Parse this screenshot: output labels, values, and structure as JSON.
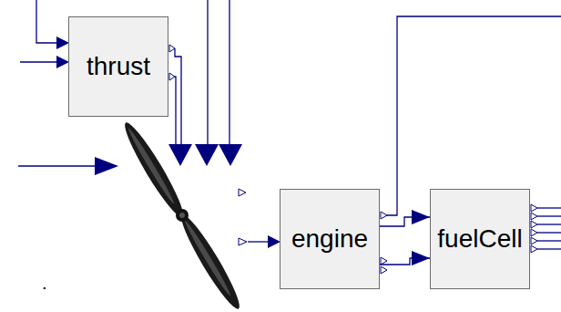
{
  "diagram": {
    "nodes": [
      {
        "text": [
          "thrust"
        ]
      },
      {
        "text": [
          "engine"
        ]
      },
      {
        "text": [
          "fuelCell"
        ]
      }
    ],
    "edges": [
      {
        "from": 1,
        "to": 2,
        "arrow": "to"
      },
      {
        "from": 1,
        "to": 2,
        "arrow": "to"
      }
    ],
    "labels": [
      "."
    ]
  }
}
